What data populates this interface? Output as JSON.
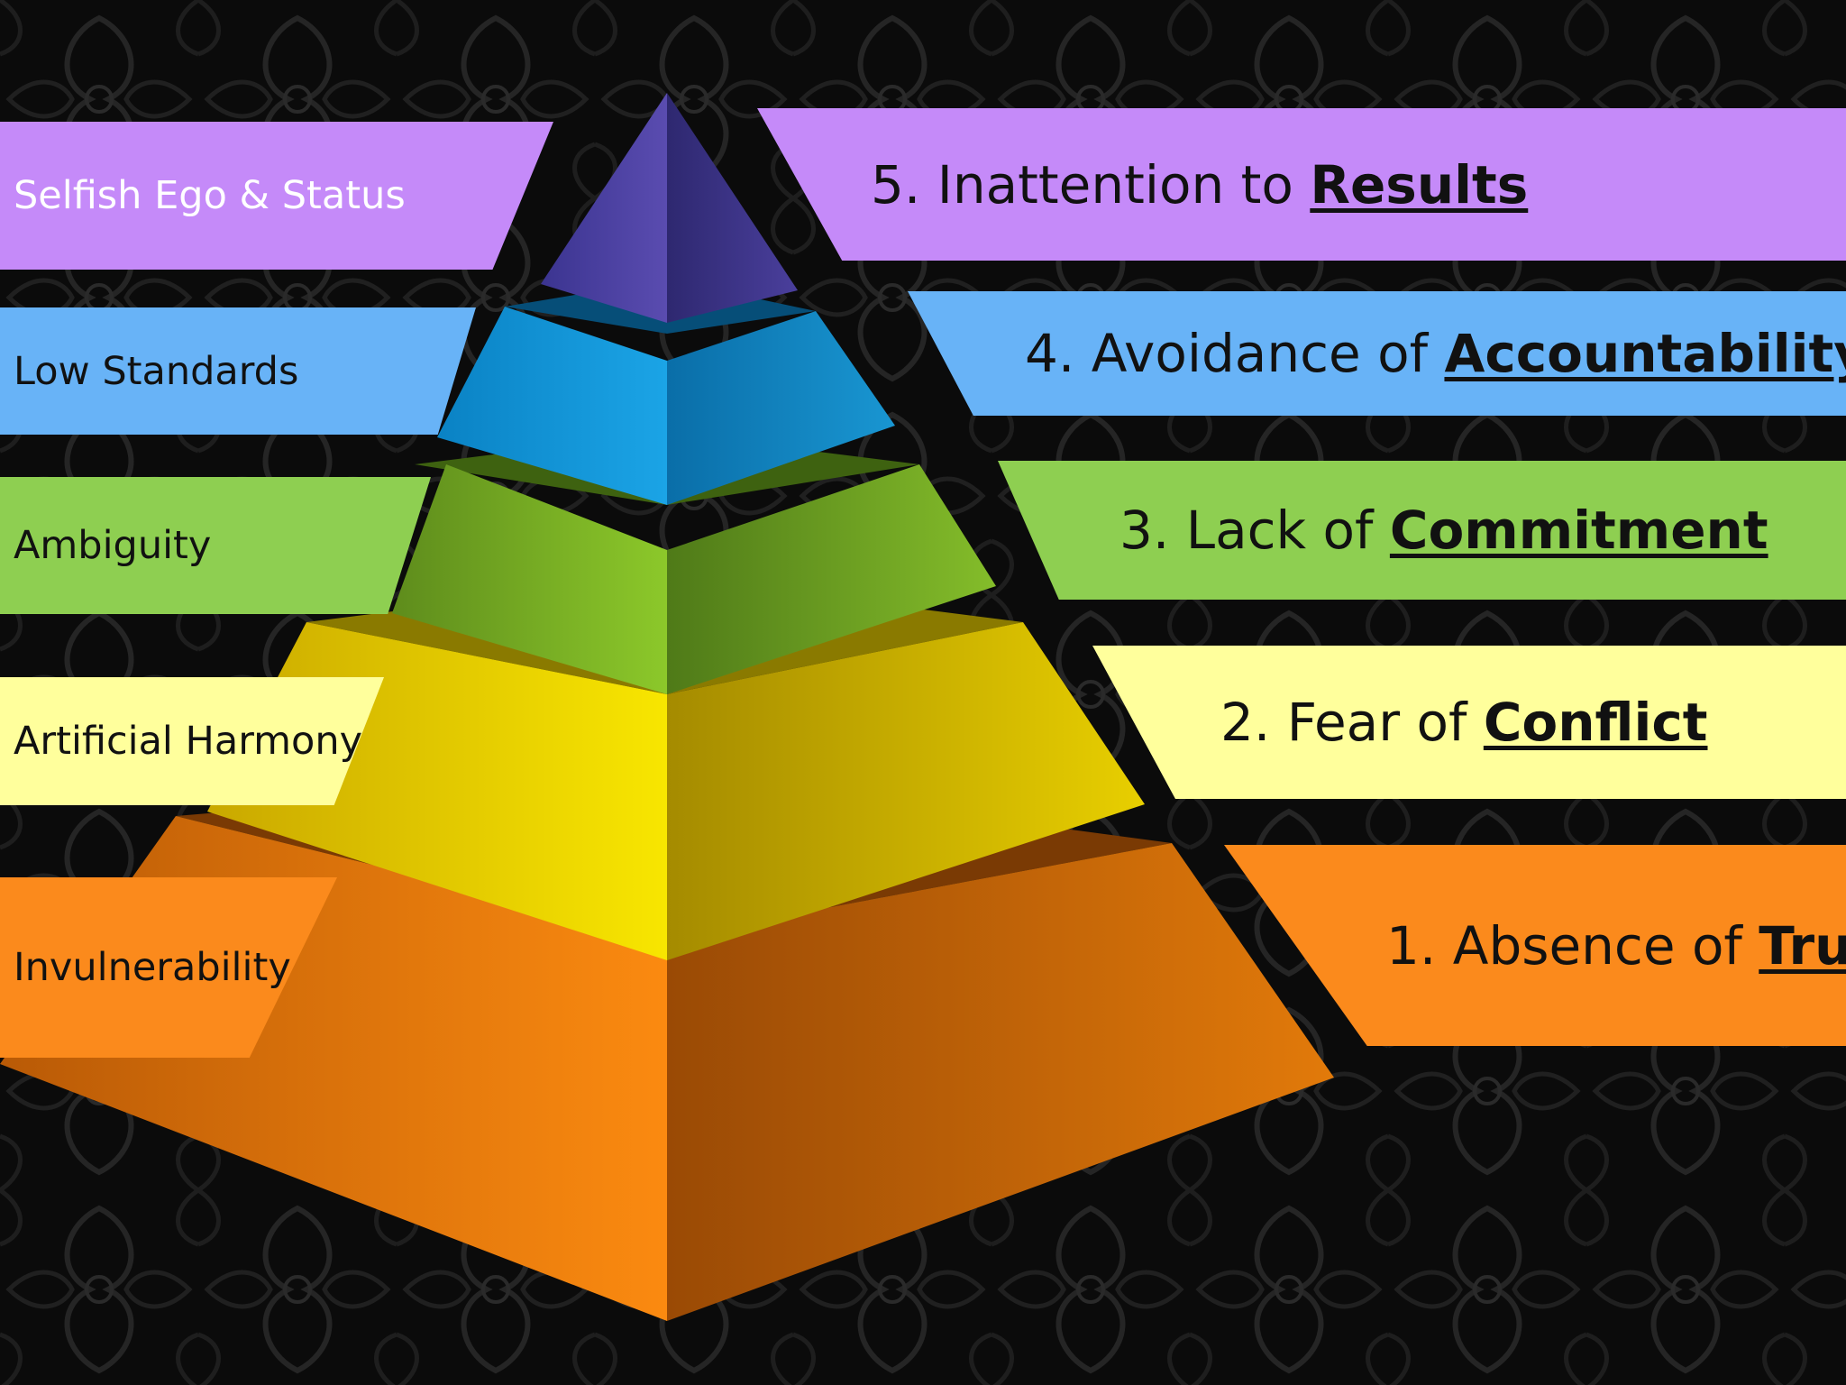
{
  "colors": {
    "background": "#0b0b0b",
    "purple": "#c58af9",
    "blue": "#68b3f7",
    "green": "#8ecf51",
    "yellow": "#ffff9c",
    "orange": "#fb8a1c"
  },
  "left_labels": [
    {
      "text": "Selfish Ego & Status"
    },
    {
      "text": "Low Standards"
    },
    {
      "text": "Ambiguity"
    },
    {
      "text": "Artificial Harmony"
    },
    {
      "text": "Invulnerability"
    }
  ],
  "levels": [
    {
      "prefix": "5. Inattention to ",
      "keyword": "Results"
    },
    {
      "prefix": "4. Avoidance of ",
      "keyword": "Accountability"
    },
    {
      "prefix": "3. Lack of ",
      "keyword": "Commitment"
    },
    {
      "prefix": "2. Fear of ",
      "keyword": "Conflict"
    },
    {
      "prefix": "1. Absence of ",
      "keyword": "Trust"
    }
  ]
}
